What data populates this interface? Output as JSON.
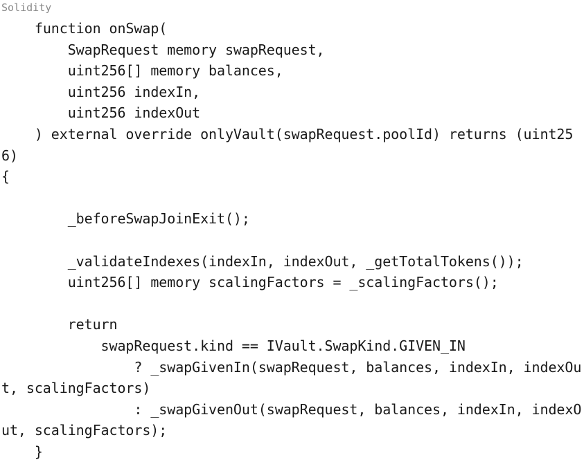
{
  "language_label": "Solidity",
  "code": {
    "language": "solidity",
    "lines": [
      "    function onSwap(",
      "        SwapRequest memory swapRequest,",
      "        uint256[] memory balances,",
      "        uint256 indexIn,",
      "        uint256 indexOut",
      "    ) external override onlyVault(swapRequest.poolId) returns (uint256)",
      "{",
      "",
      "        _beforeSwapJoinExit();",
      "",
      "        _validateIndexes(indexIn, indexOut, _getTotalTokens());",
      "        uint256[] memory scalingFactors = _scalingFactors();",
      "",
      "        return",
      "            swapRequest.kind == IVault.SwapKind.GIVEN_IN",
      "                ? _swapGivenIn(swapRequest, balances, indexIn, indexOut, scalingFactors)",
      "                : _swapGivenOut(swapRequest, balances, indexIn, indexOut, scalingFactors);",
      "    }"
    ],
    "text": "    function onSwap(\n        SwapRequest memory swapRequest,\n        uint256[] memory balances,\n        uint256 indexIn,\n        uint256 indexOut\n    ) external override onlyVault(swapRequest.poolId) returns (uint256)\n{\n\n        _beforeSwapJoinExit();\n\n        _validateIndexes(indexIn, indexOut, _getTotalTokens());\n        uint256[] memory scalingFactors = _scalingFactors();\n\n        return\n            swapRequest.kind == IVault.SwapKind.GIVEN_IN\n                ? _swapGivenIn(swapRequest, balances, indexIn, indexOut, scalingFactors)\n                : _swapGivenOut(swapRequest, balances, indexIn, indexOut, scalingFactors);\n    }"
  },
  "colors": {
    "background": "#ffffff",
    "code_text": "#1a1a1a",
    "label_text": "#8a8a8a"
  }
}
